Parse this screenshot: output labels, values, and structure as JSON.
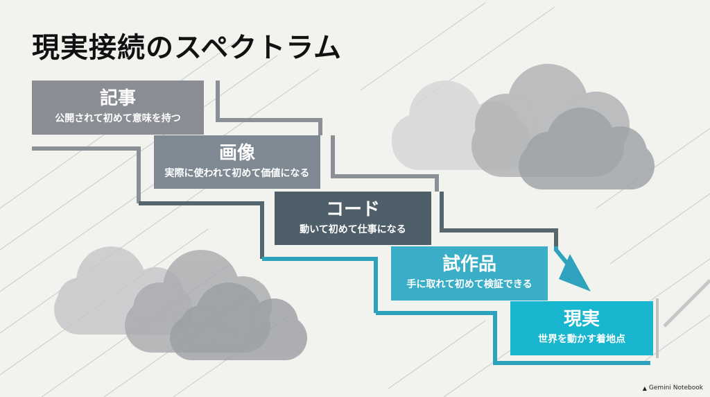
{
  "title": "現実接続のスペクトラム",
  "colors": {
    "step1": "#8a8d94",
    "step2": "#7f8994",
    "step3": "#4e5f6a",
    "step4": "#3aaec7",
    "step5": "#19b6cf",
    "line_gray": "#8b8f96",
    "line_dark": "#56666f",
    "line_teal": "#2fa3bd"
  },
  "steps": [
    {
      "heading": "記事",
      "sub": "公開されて初めて意味を持つ"
    },
    {
      "heading": "画像",
      "sub": "実際に使われて初めて価値になる"
    },
    {
      "heading": "コード",
      "sub": "動いて初めて仕事になる"
    },
    {
      "heading": "試作品",
      "sub": "手に取れて初めて検証できる"
    },
    {
      "heading": "現実",
      "sub": "世界を動かす着地点"
    }
  ],
  "brand": {
    "text": "Gemini Notebook",
    "icon": "notebook-icon"
  }
}
